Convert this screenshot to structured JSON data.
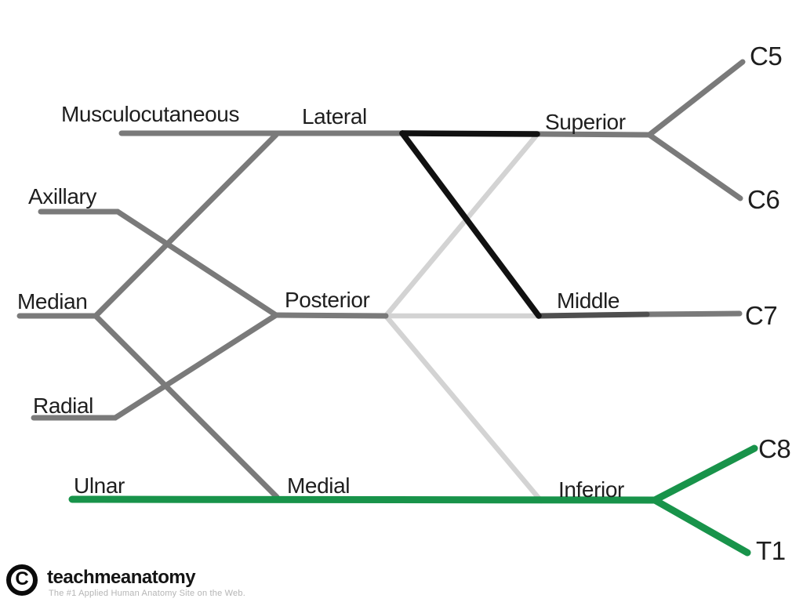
{
  "colors": {
    "gray": "#7a7a7a",
    "dark_gray": "#4f4f4f",
    "light_gray": "#d3d3d3",
    "black": "#111111",
    "green": "#18934a",
    "label_text": "#1e1e1e",
    "tagline_text": "#b5b5b5"
  },
  "labels": {
    "musculocutaneous": "Musculocutaneous",
    "lateral": "Lateral",
    "axillary": "Axillary",
    "median": "Median",
    "posterior": "Posterior",
    "radial": "Radial",
    "ulnar": "Ulnar",
    "medial": "Medial",
    "superior": "Superior",
    "middle": "Middle",
    "inferior": "Inferior",
    "c5": "C5",
    "c6": "C6",
    "c7": "C7",
    "c8": "C8",
    "t1": "T1"
  },
  "footer": {
    "logo_glyph": "C",
    "brand": "teachmeanatomy",
    "tagline": "The #1 Applied Human Anatomy Site on the Web."
  }
}
